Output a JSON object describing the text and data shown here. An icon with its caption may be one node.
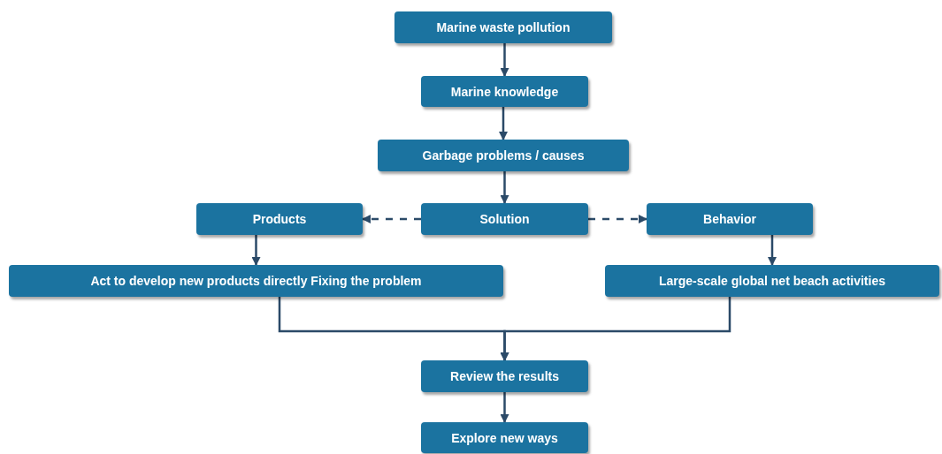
{
  "diagram": {
    "nodes": [
      {
        "text": [
          "Marine waste pollution"
        ]
      },
      {
        "text": [
          "Marine knowledge"
        ]
      },
      {
        "text": [
          "Garbage problems / causes"
        ]
      },
      {
        "text": [
          "Products"
        ]
      },
      {
        "text": [
          "Solution"
        ]
      },
      {
        "text": [
          "Behavior"
        ]
      },
      {
        "text": [
          "Act to develop new products directly Fixing the problem"
        ]
      },
      {
        "text": [
          "Large-scale global net beach activities"
        ]
      },
      {
        "text": [
          "Review the results"
        ]
      },
      {
        "text": [
          "Explore new ways"
        ]
      }
    ],
    "edges": [
      {
        "from": 0,
        "to": 1,
        "arrow": "to"
      },
      {
        "from": 1,
        "to": 2,
        "arrow": "to"
      },
      {
        "from": 2,
        "to": 4,
        "arrow": "to"
      },
      {
        "from": 4,
        "to": 3,
        "arrow": "to",
        "style": "dashed"
      },
      {
        "from": 4,
        "to": 5,
        "arrow": "to",
        "style": "dashed"
      },
      {
        "from": 3,
        "to": 6,
        "arrow": "to"
      },
      {
        "from": 5,
        "to": 7,
        "arrow": "to"
      },
      {
        "from": 6,
        "to": 8,
        "arrow": "to"
      },
      {
        "from": 7,
        "to": 8,
        "arrow": "to"
      },
      {
        "from": 8,
        "to": 9,
        "arrow": "to"
      }
    ]
  }
}
